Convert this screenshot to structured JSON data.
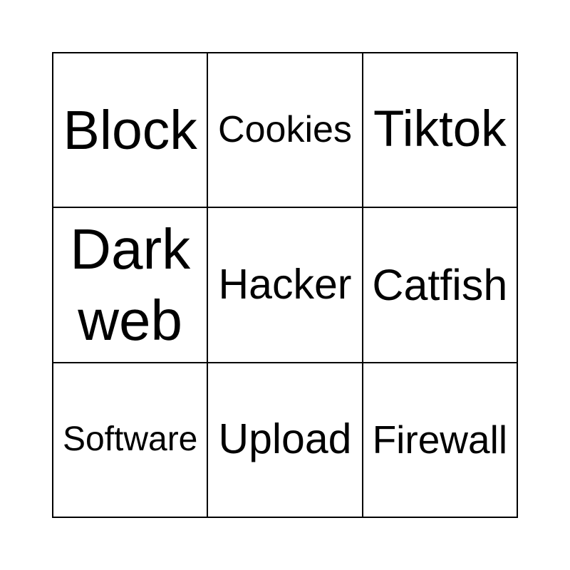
{
  "card": {
    "cells": [
      {
        "text": "Block",
        "size": 77
      },
      {
        "text": "Cookies",
        "size": 52
      },
      {
        "text": "Tiktok",
        "size": 71
      },
      {
        "text": "Dark\nweb",
        "size": 80
      },
      {
        "text": "Hacker",
        "size": 59
      },
      {
        "text": "Catfish",
        "size": 61
      },
      {
        "text": "Software",
        "size": 48
      },
      {
        "text": "Upload",
        "size": 59
      },
      {
        "text": "Firewall",
        "size": 55
      }
    ]
  }
}
